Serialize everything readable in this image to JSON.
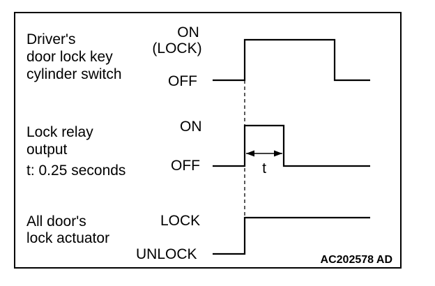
{
  "signals": [
    {
      "label_lines": [
        "Driver's",
        "door lock key",
        "cylinder switch"
      ],
      "high_lines": [
        "ON",
        "(LOCK)"
      ],
      "low_label": "OFF"
    },
    {
      "label_lines": [
        "Lock relay",
        "output",
        "t: 0.25 seconds"
      ],
      "high_lines": [
        "ON"
      ],
      "low_label": "OFF",
      "pulse_label": "t"
    },
    {
      "label_lines": [
        "All door's",
        "lock actuator"
      ],
      "high_lines": [
        "LOCK"
      ],
      "low_label": "UNLOCK"
    }
  ],
  "figure_code": "AC202578 AD"
}
